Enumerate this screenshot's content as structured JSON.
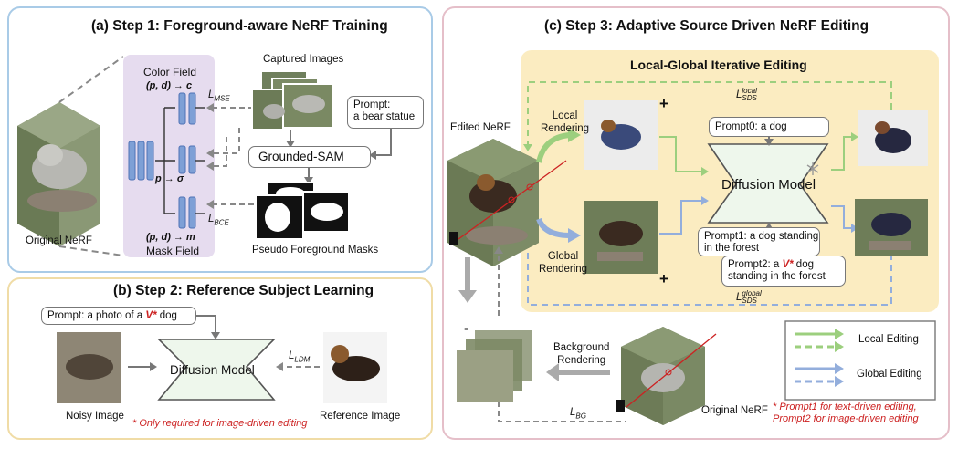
{
  "panel_a": {
    "title": "(a) Step 1: Foreground-aware NeRF Training",
    "original_nerf": "Original NeRF",
    "color_field": "Color Field",
    "color_eq": "(p, d) → c",
    "sigma_eq": "p → σ",
    "mask_eq": "(p, d) → m",
    "mask_field": "Mask Field",
    "loss_mse": "L",
    "loss_mse_sub": "MSE",
    "loss_bce": "L",
    "loss_bce_sub": "BCE",
    "captured_images": "Captured Images",
    "prompt": "Prompt:\na bear statue",
    "grounded_sam": "Grounded-SAM",
    "pseudo_masks": "Pseudo Foreground Masks"
  },
  "panel_b": {
    "title": "(b) Step 2: Reference Subject Learning",
    "prompt_prefix": "Prompt: a photo of a ",
    "prompt_token": "V*",
    "prompt_suffix": " dog",
    "diffusion": "Diffusion Model",
    "loss_ldm": "L",
    "loss_ldm_sub": "LDM",
    "noisy_image": "Noisy Image",
    "reference_image": "Reference Image",
    "note": "* Only required for image-driven editing"
  },
  "panel_c": {
    "title": "(c) Step 3: Adaptive Source Driven NeRF Editing",
    "iter_title": "Local-Global Iterative Editing",
    "edited_nerf": "Edited NeRF",
    "local_rendering": "Local\nRendering",
    "global_rendering": "Global\nRendering",
    "prompt0": "Prompt0: a dog",
    "diffusion": "Diffusion Model",
    "prompt1": "Prompt1: a dog standing\nin the forest",
    "prompt2_prefix": "Prompt2: a ",
    "prompt2_token": "V*",
    "prompt2_suffix": " dog\nstanding in the forest",
    "loss_local": "L",
    "loss_local_sup": "local",
    "loss_local_sub": "SDS",
    "loss_global": "L",
    "loss_global_sup": "global",
    "loss_global_sub": "SDS",
    "plus1": "+",
    "plus2": "+",
    "minus": "-",
    "background_rendering": "Background\nRendering",
    "original_nerf": "Original NeRF",
    "loss_bg": "L",
    "loss_bg_sub": "BG",
    "legend_local": "Local Editing",
    "legend_global": "Global Editing",
    "footnote": "* Prompt1 for text-driven editing,\nPrompt2 for image-driven editing"
  },
  "colors": {
    "panel_a_border": "#a9cbe7",
    "panel_b_border": "#f0dca6",
    "panel_c_border": "#e5bfc9",
    "iter_bg": "#fbecc1",
    "local_arrow": "#9ccf7e",
    "global_arrow": "#93aedc",
    "field_bg": "#e6dcef",
    "red_note": "#cc2020"
  }
}
